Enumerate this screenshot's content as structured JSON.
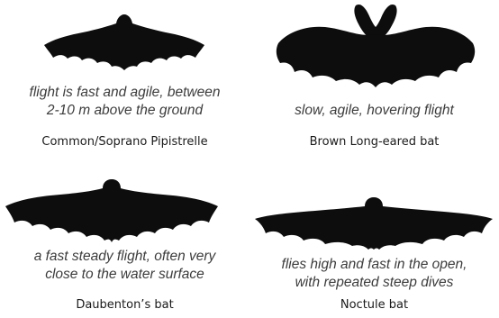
{
  "cards": [
    {
      "species": "Common/Soprano Pipistrelle",
      "description_lines": [
        "flight is fast and agile, between",
        "2-10 m above the ground"
      ],
      "silhouette_icon": "pipistrelle-silhouette-icon"
    },
    {
      "species": "Brown Long-eared bat",
      "description_lines": [
        "slow, agile, hovering flight"
      ],
      "silhouette_icon": "long-eared-bat-silhouette-icon"
    },
    {
      "species": "Daubenton’s bat",
      "description_lines": [
        "a fast steady flight, often very",
        "close to the water surface"
      ],
      "silhouette_icon": "daubentons-bat-silhouette-icon"
    },
    {
      "species": "Noctule bat",
      "description_lines": [
        "flies high and fast in the open,",
        "with repeated steep dives"
      ],
      "silhouette_icon": "noctule-bat-silhouette-icon"
    }
  ],
  "colors": {
    "silhouette": "#0d0d0d",
    "description_text": "#3c3c3c",
    "name_text": "#1a1a1a",
    "background": "#ffffff"
  }
}
